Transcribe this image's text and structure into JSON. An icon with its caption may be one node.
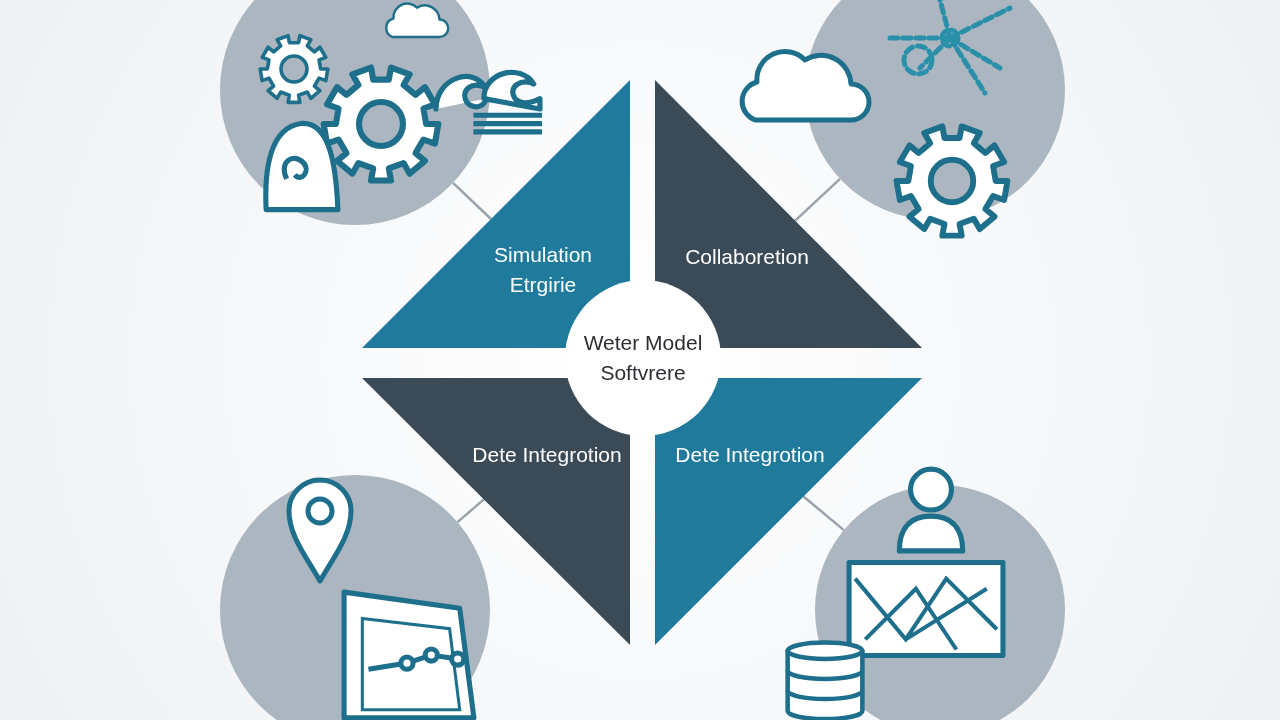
{
  "diagram": {
    "nodes": [
      {
        "text": [
          "Simulation Etrgirie"
        ]
      },
      {
        "text": [
          "Collaboretion"
        ]
      },
      {
        "text": [
          "Weter Model Softvrere"
        ]
      },
      {
        "text": [
          "Dete Integrotion"
        ]
      },
      {
        "text": [
          "Dete Integrotion"
        ]
      },
      {
        "text": [],
        "shape": "circle"
      },
      {
        "text": [],
        "shape": "circle"
      },
      {
        "text": [],
        "shape": "circle"
      },
      {
        "text": [],
        "shape": "circle"
      }
    ],
    "edges": [
      {
        "from": 5,
        "to": 0,
        "arrow": "none"
      },
      {
        "from": 6,
        "to": 1,
        "arrow": "none"
      },
      {
        "from": 7,
        "to": 3,
        "arrow": "none"
      },
      {
        "from": 8,
        "to": 4,
        "arrow": "none"
      }
    ]
  }
}
